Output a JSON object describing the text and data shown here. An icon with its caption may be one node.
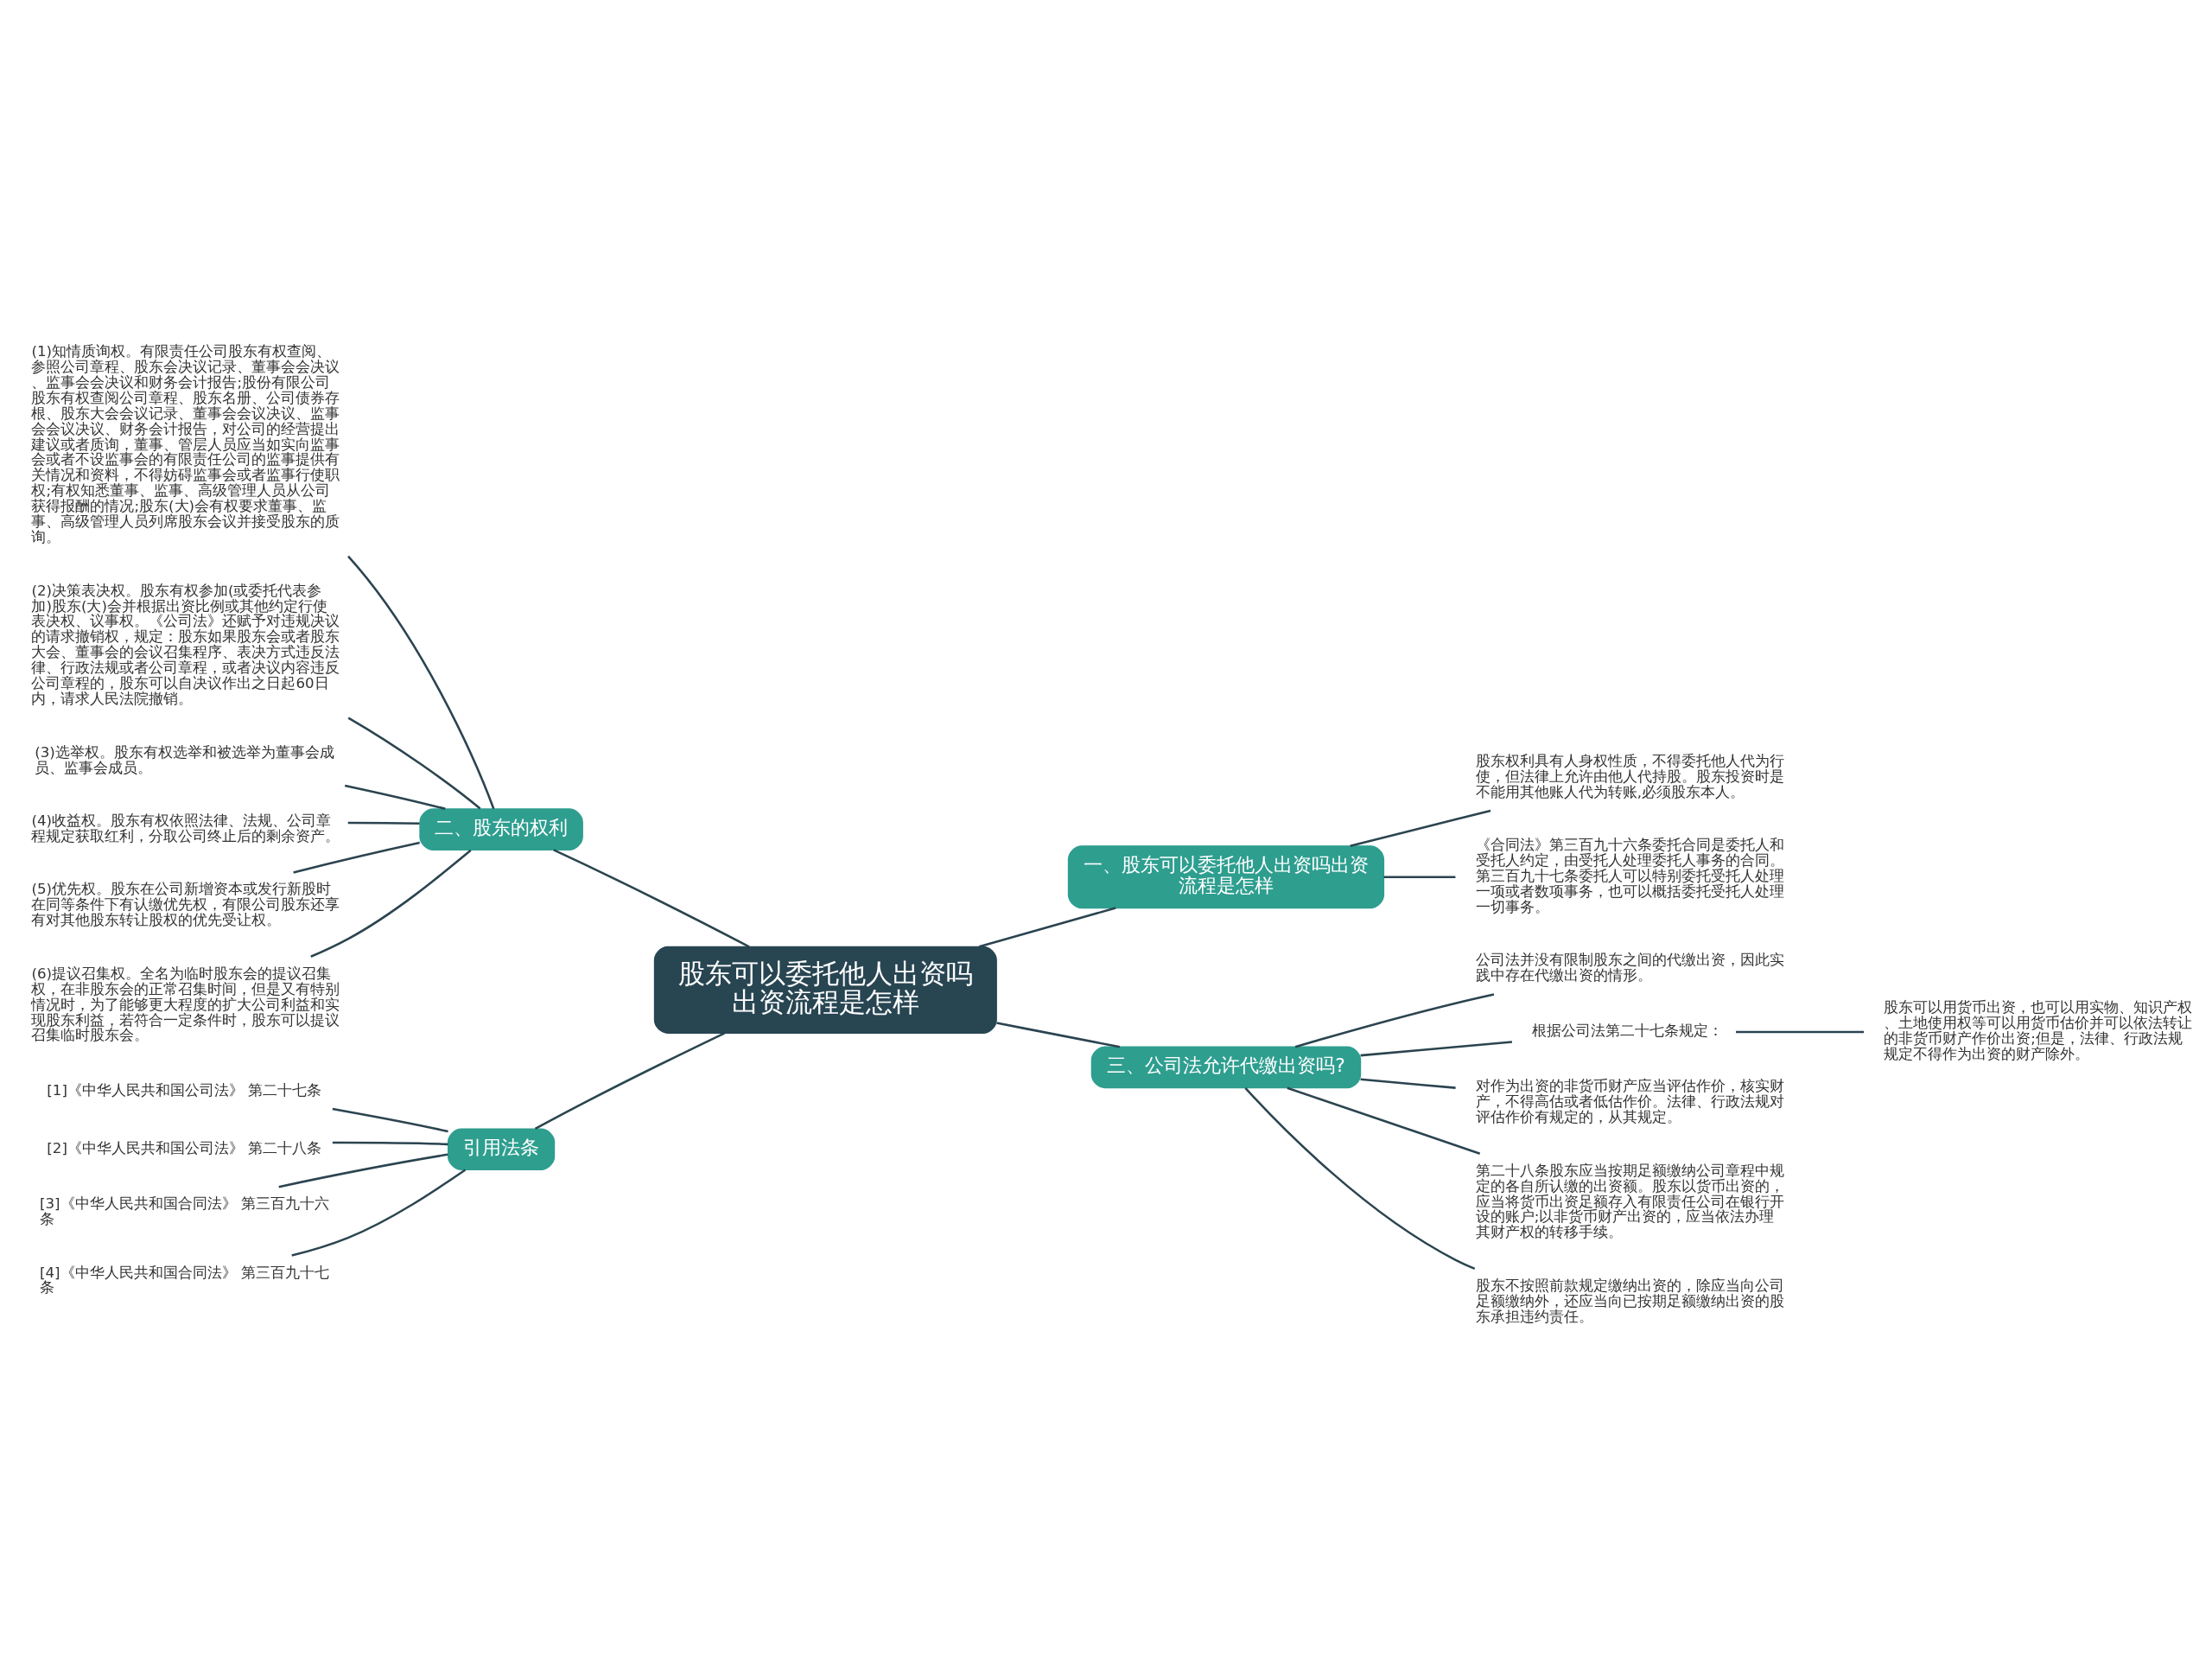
{
  "diagram": {
    "nodes": [
      {
        "text": [
          "股东可以委托他人出资吗出资流程是怎样"
        ]
      },
      {
        "text": [
          "一、股东可以委托他人出资吗出资流程是怎样"
        ]
      },
      {
        "text": [
          "股东权利具有人身权性质，不得委托他人代为行使，但法律上允许由他人代持股。股东投资时是不能用其他账人代为转账,必须股东本人。"
        ]
      },
      {
        "text": [
          "《合同法》第三百九十六条委托合同是委托人和受托人约定，由受托人处理委托人事务的合同。第三百九十七条委托人可以特别委托受托人处理一项或者数项事务，也可以概括委托受托人处理一切事务。"
        ]
      },
      {
        "text": [
          "二、股东的权利"
        ]
      },
      {
        "text": [
          "(1)知情质询权。有限责任公司股东有权查阅、参照公司章程、股东会决议记录、董事会会决议、监事会会决议和财务会计报告;股份有限公司股东有权查阅公司章程、股东名册、公司债券存根、股东大会会议记录、董事会会议决议、监事会会议决议、财务会计报告，对公司的经营提出建议或者质询，董事、管层人员应当如实向监事会或者不设监事会的有限责任公司的监事提供有关情况和资料，不得妨碍监事会或者监事行使职权;有权知悉董事、监事、高级管理人员从公司获得报酬的情况;股东(大)会有权要求董事、监事、高级管理人员列席股东会议并接受股东的质询。"
        ]
      },
      {
        "text": [
          "(2)决策表决权。股东有权参加(或委托代表参加)股东(大)会并根据出资比例或其他约定行使表决权、议事权。《公司法》还赋予对违规决议的请求撤销权，规定：股东如果股东会或者股东大会、董事会的会议召集程序、表决方式违反法律、行政法规或者公司章程，或者决议内容违反公司章程的，股东可以自决议作出之日起60日内，请求人民法院撤销。"
        ]
      },
      {
        "text": [
          "(3)选举权。股东有权选举和被选举为董事会成员、监事会成员。"
        ]
      },
      {
        "text": [
          "(4)收益权。股东有权依照法律、法规、公司章程规定获取红利，分取公司终止后的剩余资产。"
        ]
      },
      {
        "text": [
          "(5)优先权。股东在公司新增资本或发行新股时在同等条件下有认缴优先权，有限公司股东还享有对其他股东转让股权的优先受让权。"
        ]
      },
      {
        "text": [
          "(6)提议召集权。全名为临时股东会的提议召集权，在非股东会的正常召集时间，但是又有特别情况时，为了能够更大程度的扩大公司利益和实现股东利益，若符合一定条件时，股东可以提议召集临时股东会。"
        ]
      },
      {
        "text": [
          "三、公司法允许代缴出资吗?"
        ]
      },
      {
        "text": [
          "公司法并没有限制股东之间的代缴出资，因此实践中存在代缴出资的情形。"
        ]
      },
      {
        "text": [
          "根据公司法第二十七条规定："
        ]
      },
      {
        "text": [
          "股东可以用货币出资，也可以用实物、知识产权、土地使用权等可以用货币估价并可以依法转让的非货币财产作价出资;但是，法律、行政法规规定不得作为出资的财产除外。"
        ]
      },
      {
        "text": [
          "对作为出资的非货币财产应当评估作价，核实财产，不得高估或者低估作价。法律、行政法规对评估作价有规定的，从其规定。"
        ]
      },
      {
        "text": [
          "第二十八条股东应当按期足额缴纳公司章程中规定的各自所认缴的出资额。股东以货币出资的，应当将货币出资足额存入有限责任公司在银行开设的账户;以非货币财产出资的，应当依法办理其财产权的转移手续。"
        ]
      },
      {
        "text": [
          "股东不按照前款规定缴纳出资的，除应当向公司足额缴纳外，还应当向已按期足额缴纳出资的股东承担违约责任。"
        ]
      },
      {
        "text": [
          "引用法条"
        ]
      },
      {
        "text": [
          "[1]《中华人民共和国公司法》 第二十七条"
        ]
      },
      {
        "text": [
          "[2]《中华人民共和国公司法》 第二十八条"
        ]
      },
      {
        "text": [
          "[3]《中华人民共和国合同法》 第三百九十六条"
        ]
      },
      {
        "text": [
          "[4]《中华人民共和国合同法》 第三百九十七条"
        ]
      }
    ],
    "edges": [
      {
        "from": 0,
        "to": 1,
        "arrow": "none"
      },
      {
        "from": 1,
        "to": 2,
        "arrow": "none"
      },
      {
        "from": 1,
        "to": 3,
        "arrow": "none"
      },
      {
        "from": 0,
        "to": 4,
        "arrow": "none"
      },
      {
        "from": 4,
        "to": 5,
        "arrow": "none"
      },
      {
        "from": 4,
        "to": 6,
        "arrow": "none"
      },
      {
        "from": 4,
        "to": 7,
        "arrow": "none"
      },
      {
        "from": 4,
        "to": 8,
        "arrow": "none"
      },
      {
        "from": 4,
        "to": 9,
        "arrow": "none"
      },
      {
        "from": 4,
        "to": 10,
        "arrow": "none"
      },
      {
        "from": 0,
        "to": 11,
        "arrow": "none"
      },
      {
        "from": 11,
        "to": 12,
        "arrow": "none"
      },
      {
        "from": 11,
        "to": 13,
        "arrow": "none"
      },
      {
        "from": 13,
        "to": 14,
        "arrow": "none"
      },
      {
        "from": 11,
        "to": 15,
        "arrow": "none"
      },
      {
        "from": 11,
        "to": 16,
        "arrow": "none"
      },
      {
        "from": 11,
        "to": 17,
        "arrow": "none"
      },
      {
        "from": 0,
        "to": 18,
        "arrow": "none"
      },
      {
        "from": 18,
        "to": 19,
        "arrow": "none"
      },
      {
        "from": 18,
        "to": 20,
        "arrow": "none"
      },
      {
        "from": 18,
        "to": 21,
        "arrow": "none"
      },
      {
        "from": 18,
        "to": 22,
        "arrow": "none"
      }
    ]
  }
}
